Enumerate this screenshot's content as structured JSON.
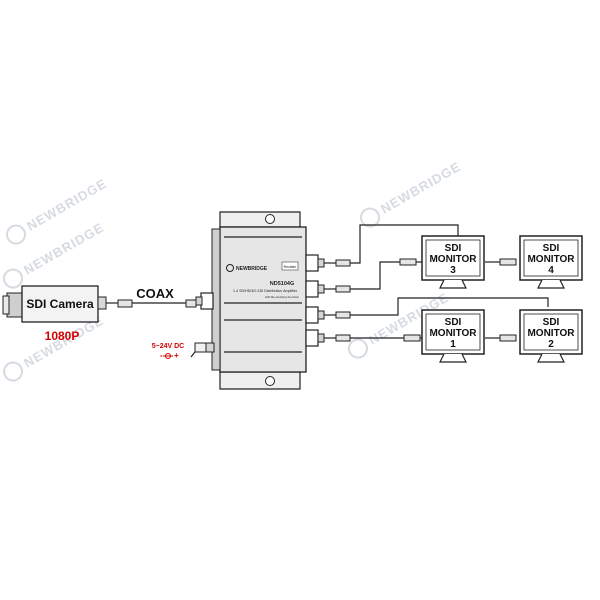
{
  "watermark": {
    "text": "NEWBRIDGE",
    "reg": "®"
  },
  "camera": {
    "label": "SDI Camera",
    "resolution": "1080P"
  },
  "cable": {
    "label": "COAX"
  },
  "power": {
    "label": "5~24V DC",
    "polarity_minus": "-",
    "polarity_plus": "+"
  },
  "device": {
    "brand": "NEWBRIDGE",
    "model": "ND5104G",
    "description": "1-4 SD/HD/3G-SDI Distribution Amplifier",
    "sub": "with Re-clocking Function",
    "tag": "Reclaim"
  },
  "monitors": [
    {
      "line1": "SDI",
      "line2": "MONITOR",
      "number": "3"
    },
    {
      "line1": "SDI",
      "line2": "MONITOR",
      "number": "4"
    },
    {
      "line1": "SDI",
      "line2": "MONITOR",
      "number": "1"
    },
    {
      "line1": "SDI",
      "line2": "MONITOR",
      "number": "2"
    }
  ],
  "colors": {
    "accent": "#d40000",
    "watermark": "#d6dbe2",
    "device": "#e6e6e6"
  }
}
